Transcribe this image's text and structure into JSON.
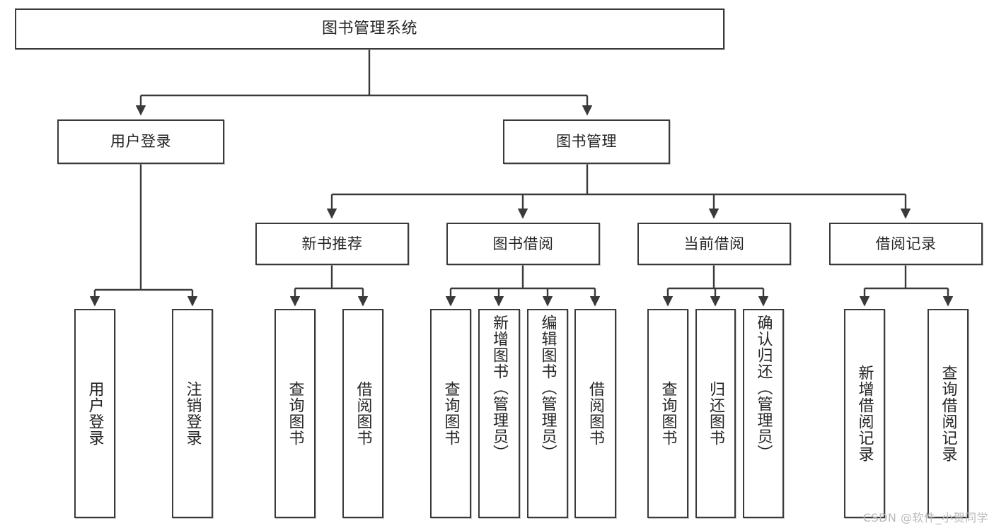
{
  "diagram": {
    "title": "图书管理系统",
    "type": "tree",
    "watermark": "CSDN @软件_小贺同学",
    "colors": {
      "stroke": "#3a3a3a",
      "fill": "#ffffff",
      "text": "#262626",
      "watermark": "#b9b9b9"
    },
    "nodes": {
      "root": {
        "label": "图书管理系统"
      },
      "level2": [
        {
          "id": "user_login",
          "label": "用户登录"
        },
        {
          "id": "book_manage",
          "label": "图书管理"
        }
      ],
      "level3": [
        {
          "id": "new_book_rec",
          "label": "新书推荐"
        },
        {
          "id": "book_borrow",
          "label": "图书借阅"
        },
        {
          "id": "current_borrow",
          "label": "当前借阅"
        },
        {
          "id": "borrow_record",
          "label": "借阅记录"
        }
      ],
      "leaves": {
        "user_login": [
          {
            "id": "leaf_user_login",
            "label": "用户登录"
          },
          {
            "id": "leaf_logout",
            "label": "注销登录"
          }
        ],
        "new_book_rec": [
          {
            "id": "leaf_query_book_1",
            "label": "查询图书"
          },
          {
            "id": "leaf_borrow_book_1",
            "label": "借阅图书"
          }
        ],
        "book_borrow": [
          {
            "id": "leaf_query_book_2",
            "label": "查询图书"
          },
          {
            "id": "leaf_add_book",
            "label": "新增图书（管理员）"
          },
          {
            "id": "leaf_edit_book",
            "label": "编辑图书（管理员）"
          },
          {
            "id": "leaf_borrow_book_2",
            "label": "借阅图书"
          }
        ],
        "current_borrow": [
          {
            "id": "leaf_query_book_3",
            "label": "查询图书"
          },
          {
            "id": "leaf_return_book",
            "label": "归还图书"
          },
          {
            "id": "leaf_confirm_return",
            "label": "确认归还（管理员）"
          }
        ],
        "borrow_record": [
          {
            "id": "leaf_add_record",
            "label": "新增借阅记录"
          },
          {
            "id": "leaf_query_record",
            "label": "查询借阅记录"
          }
        ]
      }
    }
  }
}
